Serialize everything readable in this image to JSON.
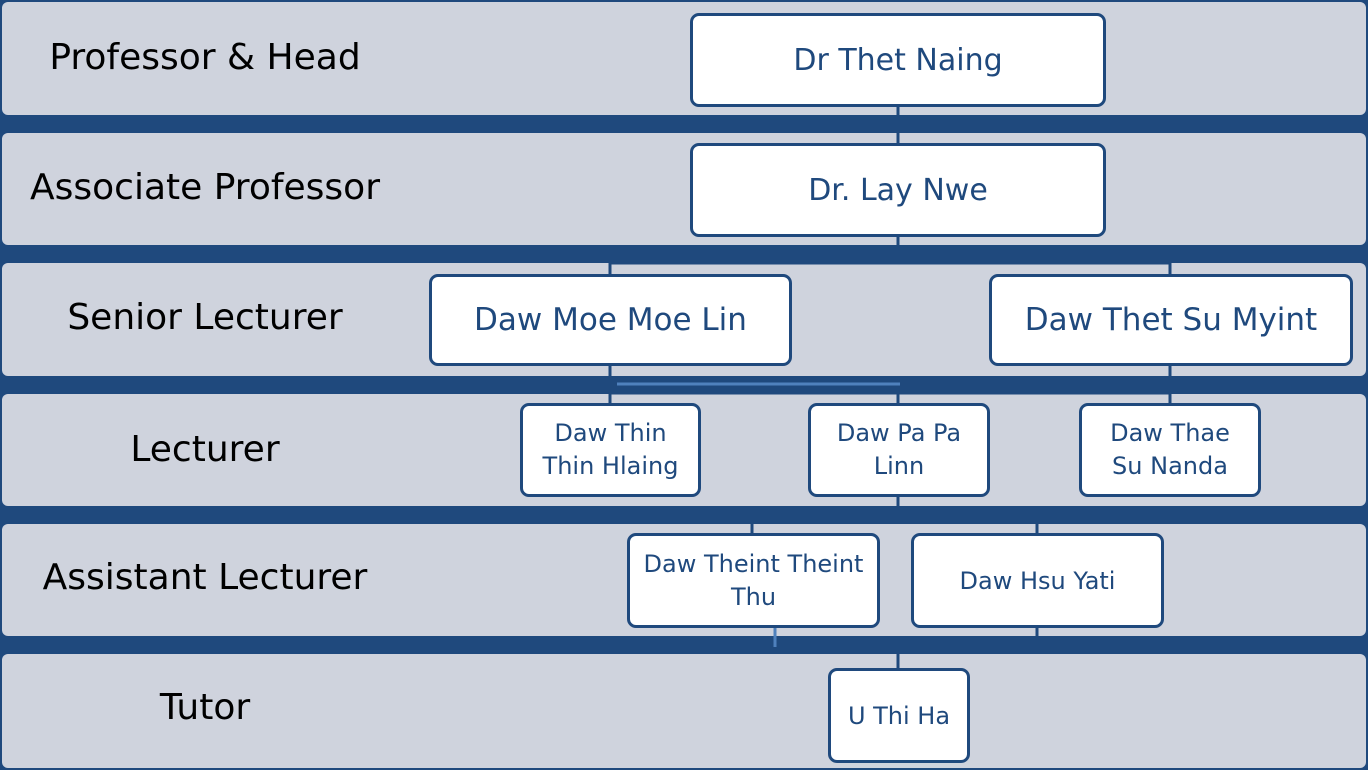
{
  "ranks": {
    "professor_head": "Professor & Head",
    "associate_professor": "Associate  Professor",
    "senior_lecturer": "Senior Lecturer",
    "lecturer": "Lecturer",
    "assistant_lecturer": "Assistant Lecturer",
    "tutor": "Tutor"
  },
  "people": {
    "head": "Dr Thet Naing",
    "associate_professor": "Dr. Lay Nwe",
    "senior_lecturer_1": "Daw Moe Moe Lin",
    "senior_lecturer_2": "Daw Thet Su Myint",
    "lecturer_1": "Daw Thin Thin Hlaing",
    "lecturer_2": "Daw Pa Pa Linn",
    "lecturer_3": "Daw Thae Su Nanda",
    "assistant_lecturer_1": "Daw Theint Theint Thu",
    "assistant_lecturer_2": "Daw Hsu Yati",
    "tutor": "U Thi Ha"
  },
  "colors": {
    "band_fill": "#cfd3dd",
    "band_gap": "#1f497d",
    "box_border": "#1f497d",
    "box_text": "#1f497d",
    "connector": "#1f497d"
  }
}
